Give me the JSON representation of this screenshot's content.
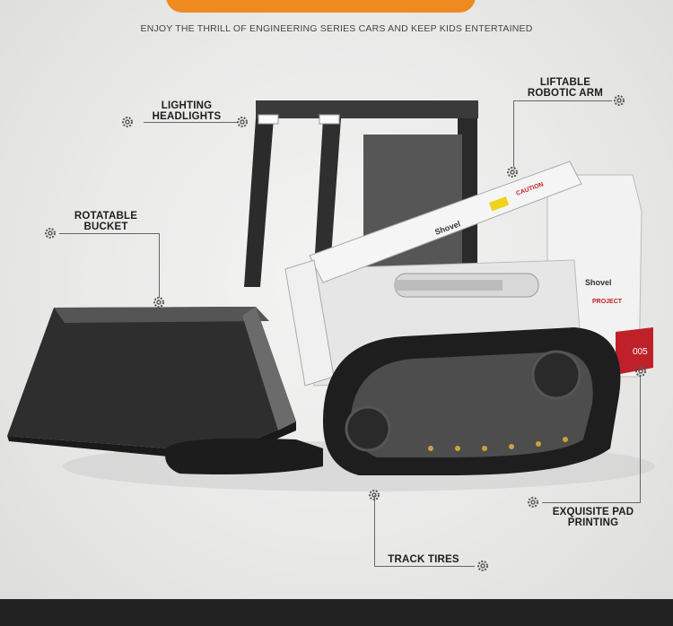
{
  "tagline": "ENJOY THE THRILL OF ENGINEERING SERIES CARS AND KEEP KIDS ENTERTAINED",
  "labels": {
    "lighting_headlights": [
      "LIGHTING",
      "HEADLIGHTS"
    ],
    "liftable_robotic_arm": [
      "LIFTABLE",
      "ROBOTIC ARM"
    ],
    "rotatable_bucket": [
      "ROTATABLE",
      "BUCKET"
    ],
    "exquisite_pad_printing": [
      "EXQUISITE PAD",
      "PRINTING"
    ],
    "track_tires": "TRACK TIRES"
  },
  "decals": {
    "caution": "CAUTION",
    "brand": "Shovel",
    "number": "005",
    "project": "PROJECT"
  },
  "colors": {
    "accent_orange": "#ee8a1f",
    "body_white": "#f2f2f2",
    "frame_dark": "#3a3a3a",
    "track_black": "#1e1e1e",
    "number_red": "#c0202a"
  }
}
